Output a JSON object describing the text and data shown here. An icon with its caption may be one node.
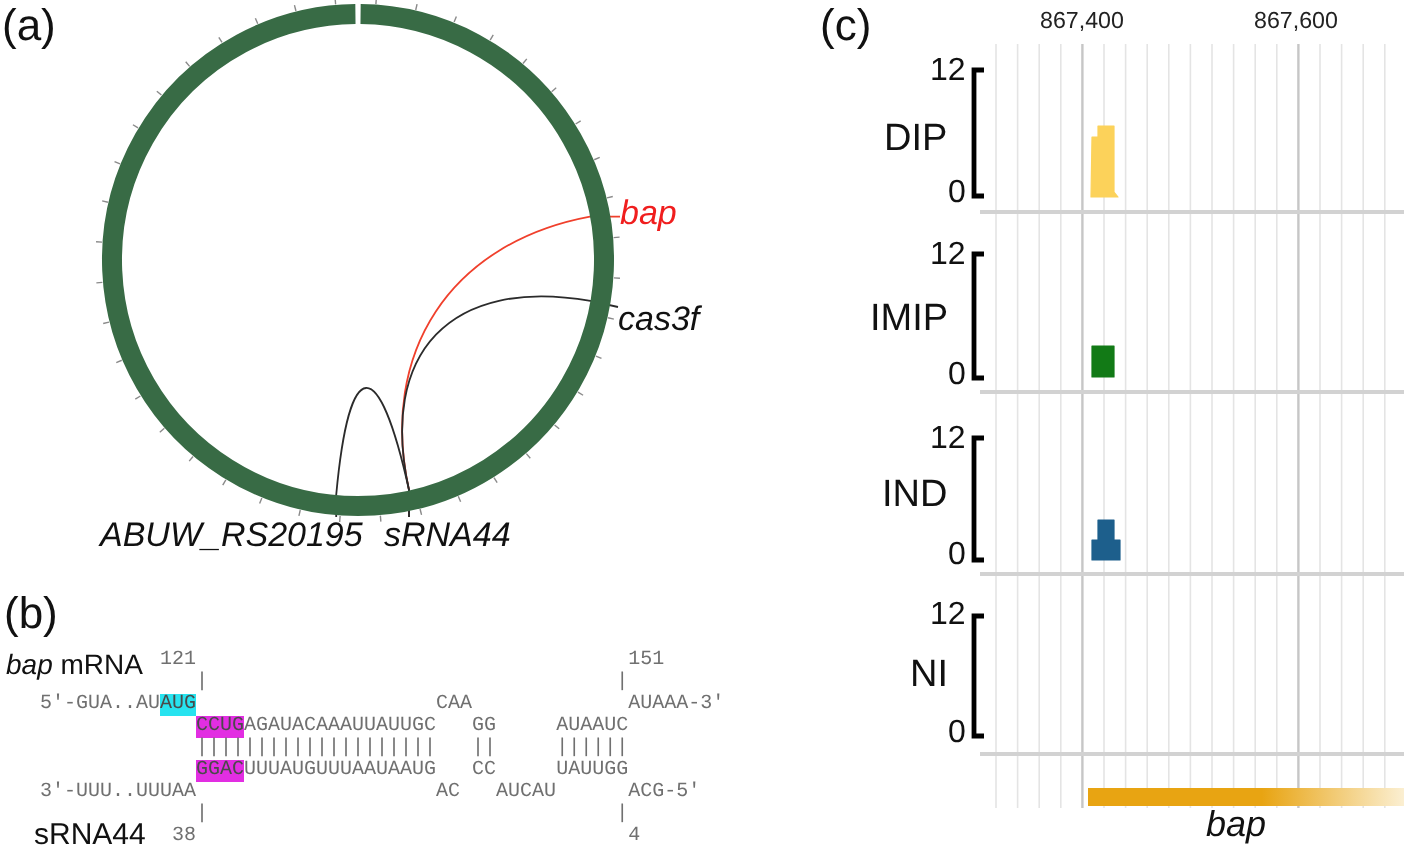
{
  "diagram": {
    "nodes": [
      {
        "text": [
          "bap"
        ]
      },
      {
        "text": [
          "cas3f"
        ]
      },
      {
        "text": [
          "ABUW_RS20195"
        ]
      },
      {
        "text": [
          "sRNA44"
        ]
      }
    ],
    "edges": [
      {
        "from": 3,
        "to": 0,
        "arrow": "none",
        "color": "#f0402c"
      },
      {
        "from": 3,
        "to": 1,
        "arrow": "none"
      },
      {
        "from": 3,
        "to": 2,
        "arrow": "none"
      }
    ],
    "labels": [
      "(a)",
      "(b)",
      "*bap* mRNA",
      "121",
      "151",
      "|",
      "|",
      "5'-GUA..AU",
      "AUG",
      "CAA",
      "AUAAA-3'",
      "CCUG",
      "AGAUACAAAUUAUUGC",
      "GG",
      "AUAAUC",
      "||||||||||||||||||||",
      "||",
      "||||||",
      "GGAC",
      "UUUAUGUUUAAUAAUG",
      "CC",
      "UAUUGG",
      "3'-UUU..UUUAA",
      "AC",
      "AUCAU",
      "ACG-5'",
      "|",
      "|",
      "sRNA44",
      "38",
      "4",
      "(c)",
      "867,400",
      "867,600",
      "12",
      "DIP",
      "0",
      "12",
      "IMIP",
      "0",
      "12",
      "IND",
      "0",
      "12",
      "NI",
      "0",
      "bap"
    ]
  }
}
